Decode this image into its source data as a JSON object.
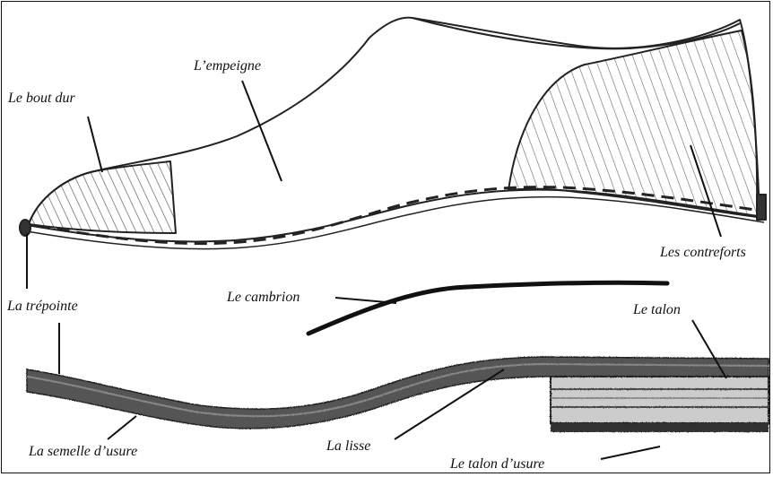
{
  "labels": {
    "toe_cap": "Le bout dur",
    "vamp": "L’empeigne",
    "counters": "Les contreforts",
    "welt": "La trépointe",
    "shank": "Le cambrion",
    "heel": "Le talon",
    "outsole": "La semelle d’usure",
    "insole_smooth": "La lisse",
    "heel_top_lift": "Le talon d’usure"
  }
}
